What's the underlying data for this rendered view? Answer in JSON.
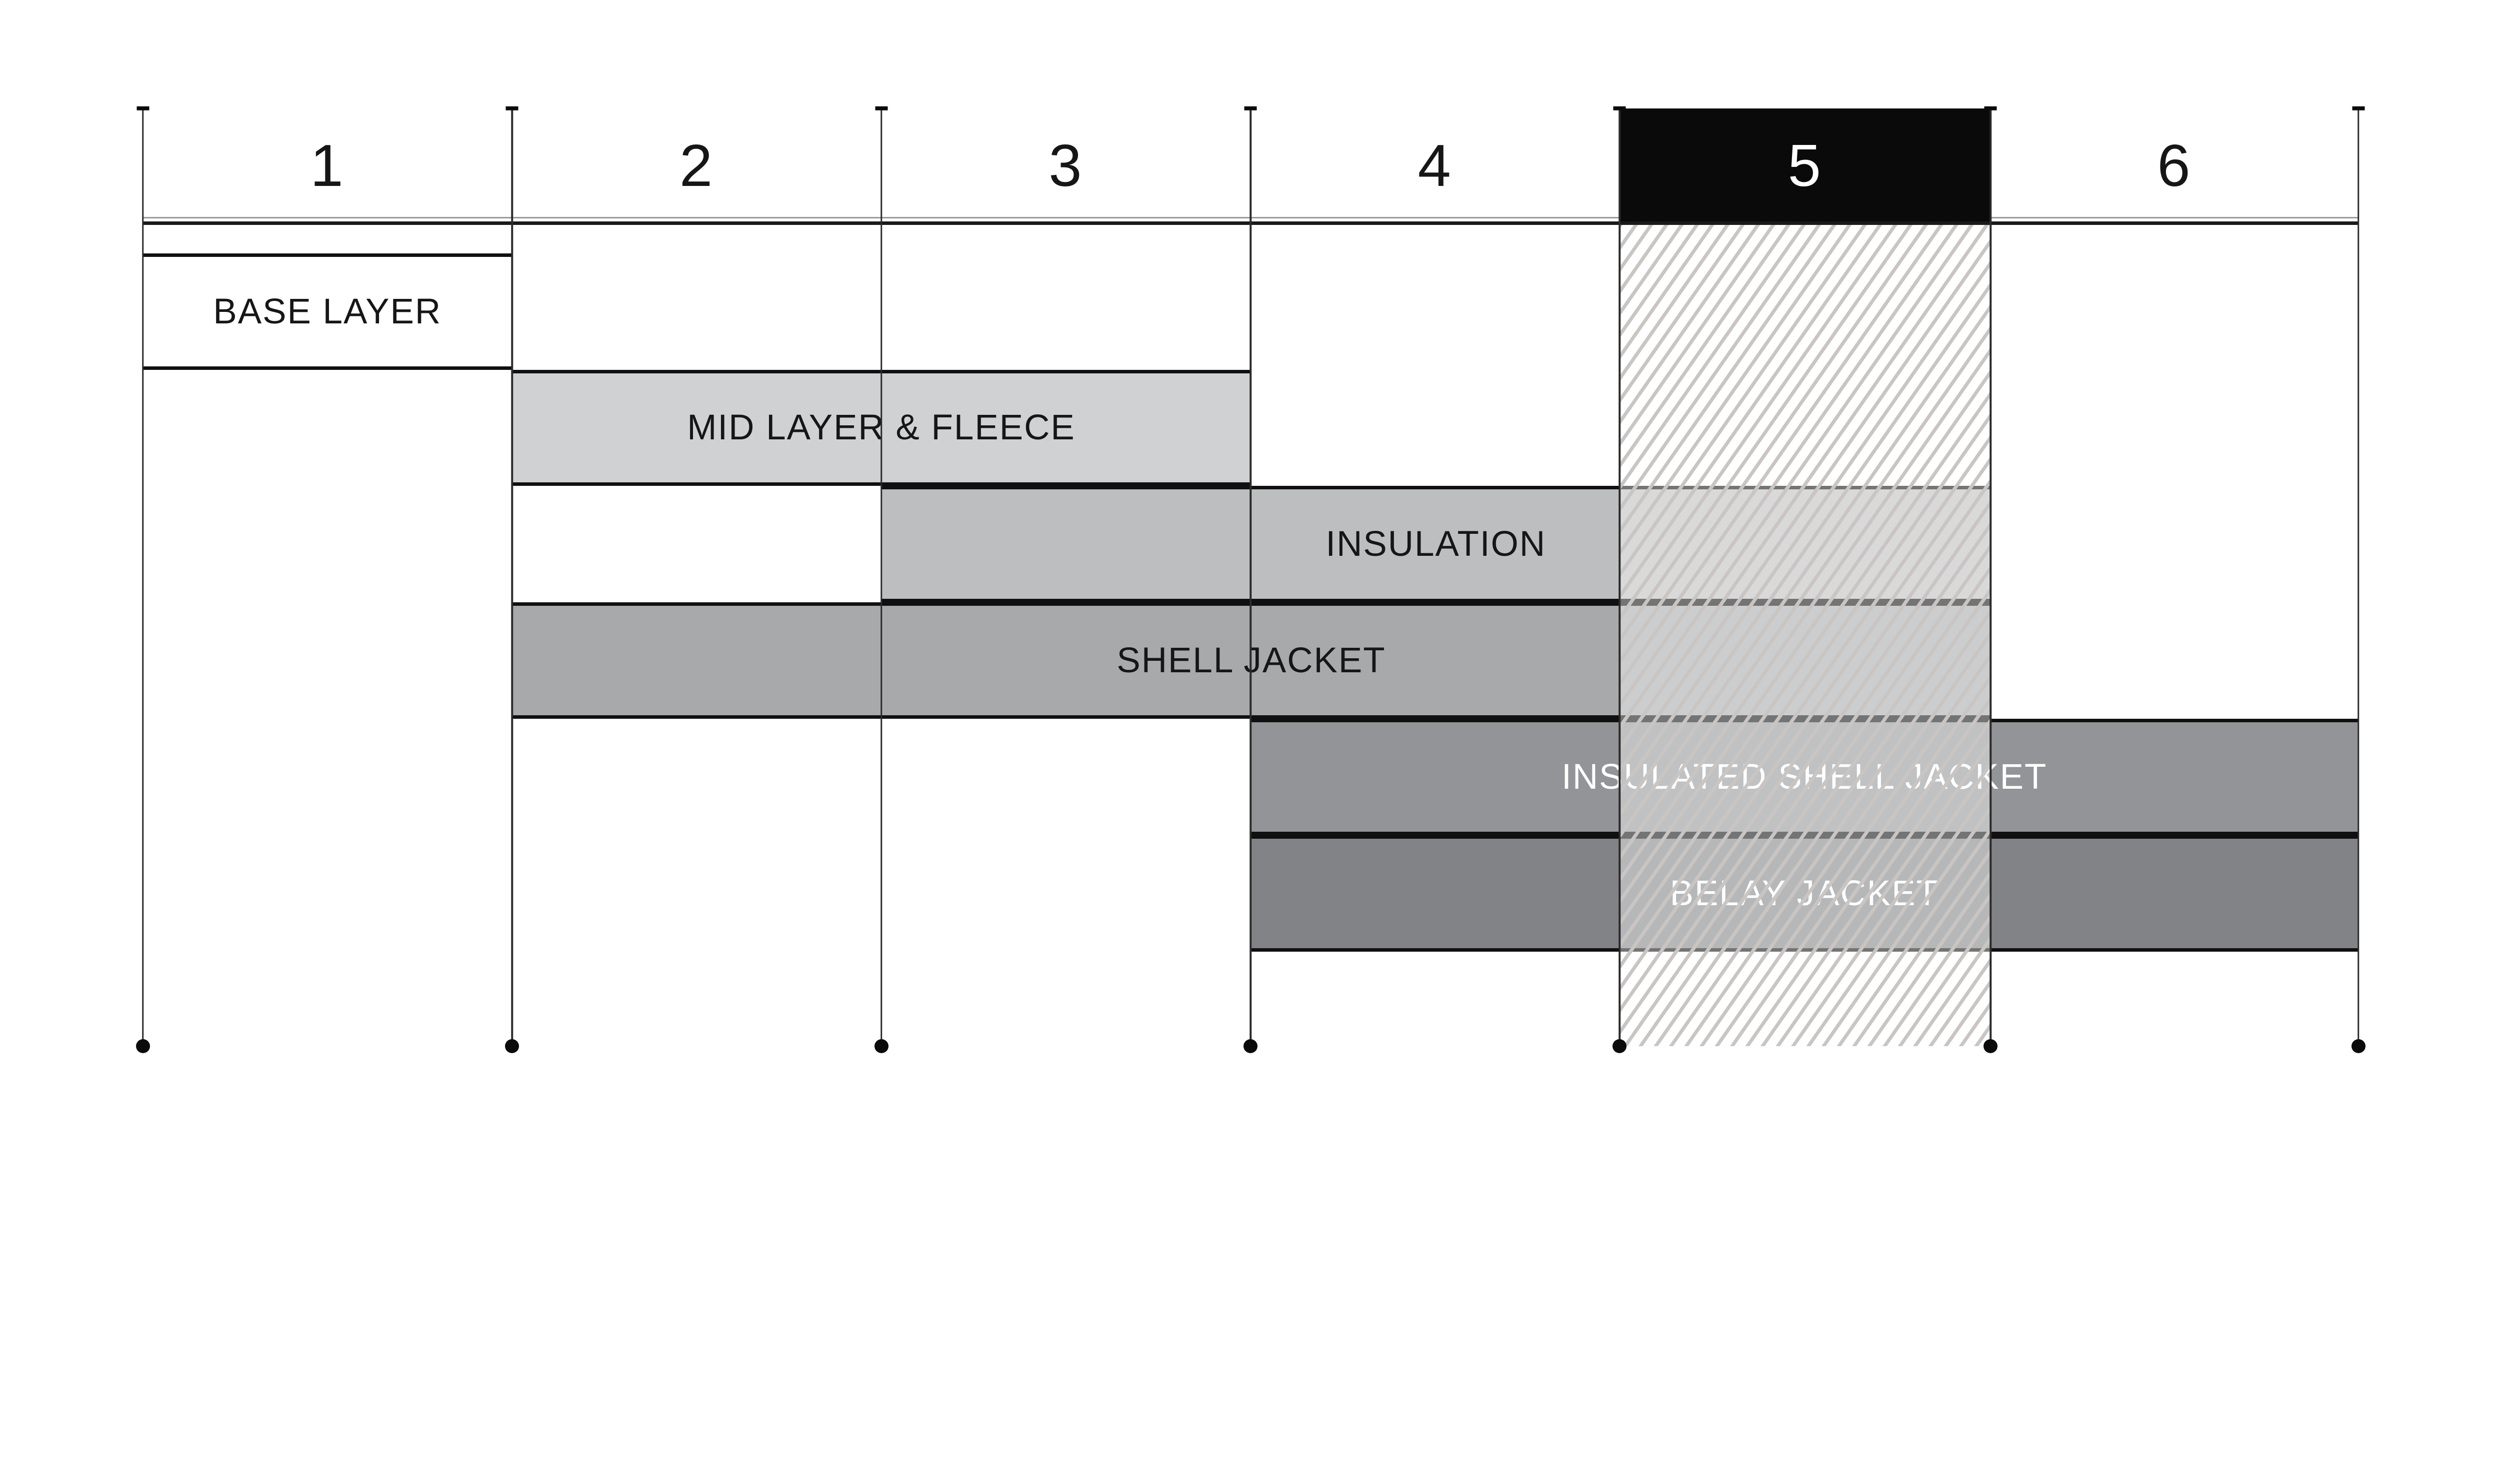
{
  "zone_axis": {
    "labels": [
      "1",
      "2",
      "3",
      "4",
      "5",
      "6"
    ],
    "highlighted_zone": "5"
  },
  "bars": [
    {
      "label": "BASE LAYER",
      "zone_start": 1,
      "zone_end": 1,
      "row": 1,
      "fill": "#ffffff",
      "text_color": "#161616"
    },
    {
      "label": "MID LAYER & FLEECE",
      "zone_start": 2,
      "zone_end": 3,
      "row": 2,
      "fill": "#d0d1d3",
      "text_color": "#161616"
    },
    {
      "label": "INSULATION",
      "zone_start": 3,
      "zone_end": 5,
      "row": 3,
      "fill": "#bdbebf",
      "text_color": "#161616"
    },
    {
      "label": "SHELL JACKET",
      "zone_start": 2,
      "zone_end": 5,
      "row": 4,
      "fill": "#a8a9ab",
      "text_color": "#161616"
    },
    {
      "label": "INSULATED SHELL JACKET",
      "zone_start": 4,
      "zone_end": 6,
      "row": 5,
      "fill": "#939497",
      "text_color": "#ffffff"
    },
    {
      "label": "BELAY JACKET",
      "zone_start": 4,
      "zone_end": 6,
      "row": 6,
      "fill": "#828386",
      "text_color": "#ffffff"
    }
  ],
  "hatch_column": {
    "zone": "5",
    "line_color": "#c9c5c3",
    "overlay_tint": "rgba(255,255,255,0.42)"
  },
  "colors": {
    "background": "#ffffff",
    "highlight_box": "#0a0a0a",
    "highlight_text": "#ffffff",
    "zone_number": "#161616",
    "grid_line": "#2b2b2b",
    "bar_border": "#101010",
    "dot": "#0b0b0b",
    "header_separator": "#1a1a1a",
    "header_separator_light": "#9a9a9a"
  }
}
